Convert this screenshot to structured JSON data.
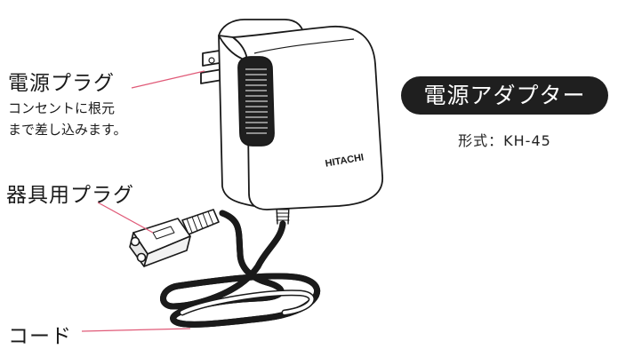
{
  "labels": {
    "power_plug": "電源プラグ",
    "power_plug_note_line1": "コンセントに根元",
    "power_plug_note_line2": "まで差し込みます。",
    "appliance_plug": "器具用プラグ",
    "cord": "コード"
  },
  "product": {
    "title": "電源アダプター",
    "model": "形式：KH-45",
    "brand_mark": "HITACHI"
  },
  "colors": {
    "pill_background": "#1f1f1f",
    "leader_line": "#e05a78",
    "outline": "#1a1a1a"
  }
}
